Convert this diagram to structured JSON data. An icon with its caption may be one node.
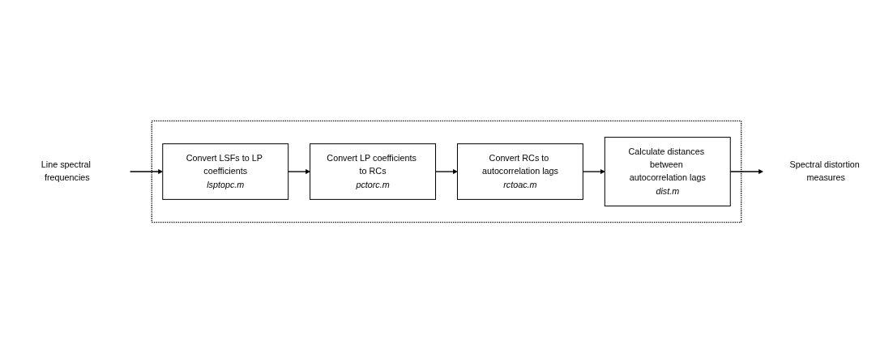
{
  "diagram": {
    "nodes": [
      {
        "text": [
          "Line spectral frequencies"
        ]
      },
      {
        "text": [],
        "shape": "box"
      },
      {
        "text": [
          "Convert LSFs to LP coefficients",
          "lsptopc.m"
        ],
        "in": 1
      },
      {
        "text": [
          "Convert LP coefficients to RCs",
          "pctorc.m"
        ],
        "in": 1
      },
      {
        "text": [
          "Convert RCs to autocorrelation lags",
          "rctoac.m"
        ],
        "in": 1
      },
      {
        "text": [
          "Calculate distances between autocorrelation lags",
          "dist.m"
        ],
        "in": 1
      },
      {
        "text": [
          "Spectral distortion measures"
        ]
      }
    ],
    "edges": [
      {
        "from": 0,
        "to": 2,
        "arrow": "to"
      },
      {
        "from": 2,
        "to": 3,
        "arrow": "to"
      },
      {
        "from": 3,
        "to": 4,
        "arrow": "to"
      },
      {
        "from": 4,
        "to": 5,
        "arrow": "to"
      },
      {
        "from": 5,
        "to": 6,
        "arrow": "to"
      }
    ]
  }
}
